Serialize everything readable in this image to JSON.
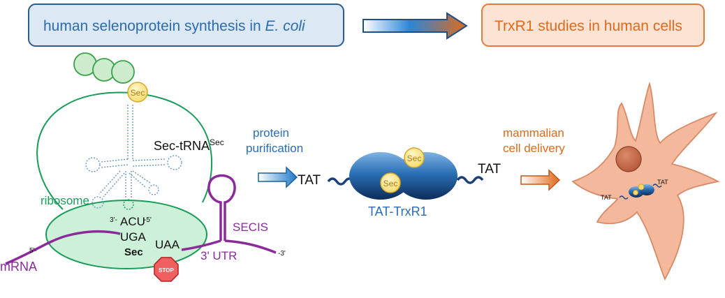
{
  "header": {
    "left_box_main": "human selenoprotein synthesis in ",
    "left_box_italic": "E. coli",
    "right_box": "TrxR1 studies in human cells"
  },
  "labels": {
    "sec_top": "Sec",
    "sec_trna_main": "Sec-tRNA",
    "sec_trna_sup": "Sec",
    "ribosome": "ribosome",
    "anticodon_prime3": "3'-",
    "anticodon": "ACU",
    "anticodon_prime5": "-5'",
    "codon": "UGA",
    "codon_aa": "Sec",
    "stop_codon": "UAA",
    "stop_sign": "STOP",
    "secis": "SECIS",
    "utr3": "3' UTR",
    "mrna": "mRNA",
    "end5": "5'-",
    "end3": "-3'",
    "protein_purification_1": "protein",
    "protein_purification_2": "purification",
    "tat_left": "TAT",
    "tat_right": "TAT",
    "sec_protein_1": "Sec",
    "sec_protein_2": "Sec",
    "tat_trxr1": "TAT-TrxR1",
    "mammalian_1": "mammalian",
    "mammalian_2": "cell delivery",
    "cell_tat_left": "TAT",
    "cell_tat_right": "TAT"
  },
  "colors": {
    "blue_text": "#2b6cb0",
    "orange_text": "#e06a1b",
    "green": "#1a9b5a",
    "purple": "#8a2b9a",
    "gold": "#c89b1a",
    "cell_fill": "#f4b99c"
  }
}
